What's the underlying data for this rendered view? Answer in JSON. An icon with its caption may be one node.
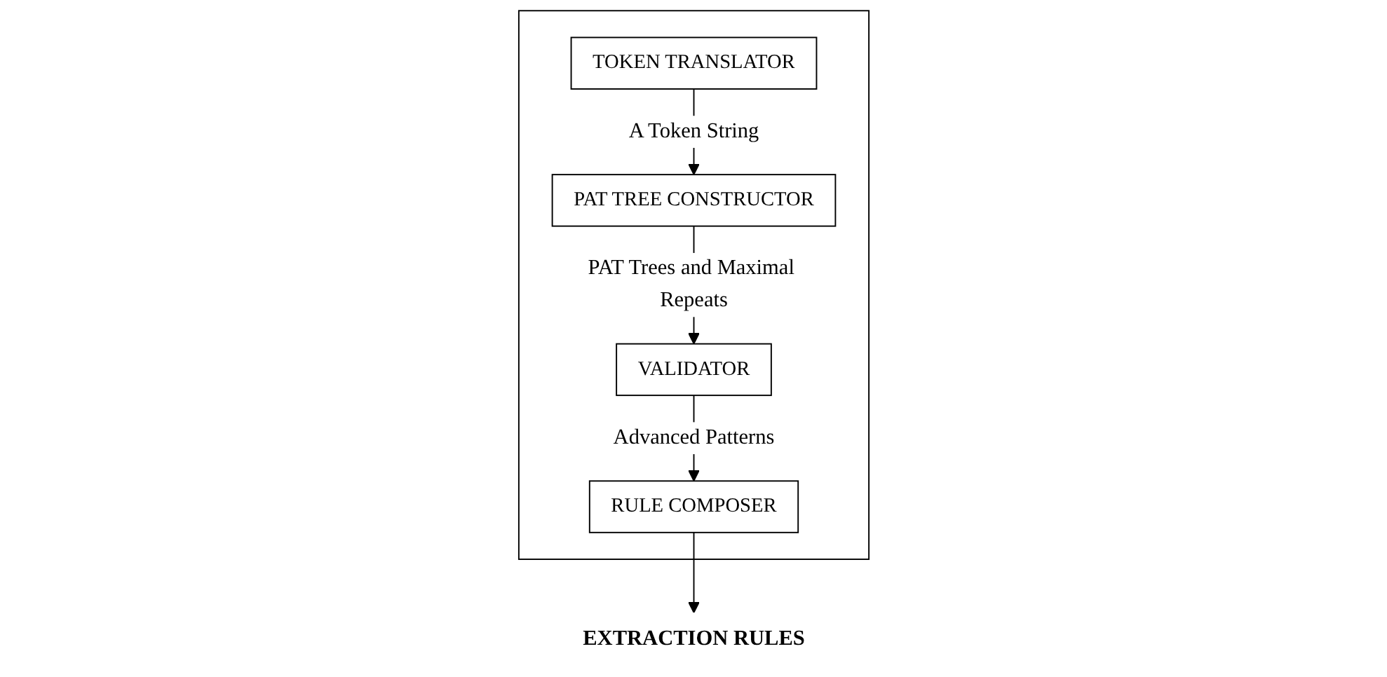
{
  "diagram": {
    "nodes": [
      {
        "text": [],
        "shape": "box"
      },
      {
        "text": [
          "TOKEN TRANSLATOR"
        ],
        "in": 0
      },
      {
        "text": [
          "PAT TREE CONSTRUCTOR"
        ],
        "in": 0
      },
      {
        "text": [
          "VALIDATOR"
        ],
        "in": 0
      },
      {
        "text": [
          "RULE COMPOSER"
        ],
        "in": 0
      },
      {
        "text": [
          "EXTRACTION RULES"
        ]
      }
    ],
    "edges": [
      {
        "from": 1,
        "to": 2,
        "arrow": "to",
        "label": "A Token String"
      },
      {
        "from": 2,
        "to": 3,
        "arrow": "to",
        "label": "PAT Trees and Maximal Repeats"
      },
      {
        "from": 3,
        "to": 4,
        "arrow": "to",
        "label": "Advanced Patterns"
      },
      {
        "from": 4,
        "to": 5,
        "arrow": "to"
      }
    ]
  }
}
